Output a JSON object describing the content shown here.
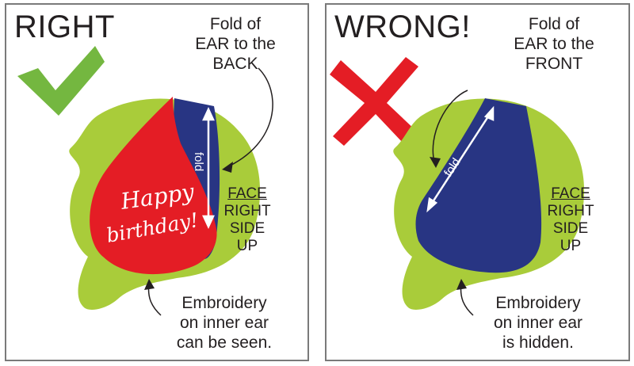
{
  "colors": {
    "ear_green": "#a9cc3a",
    "inner_red": "#e41d25",
    "fold_blue": "#283583",
    "check_green": "#74b740",
    "cross_red": "#e41d25",
    "border": "#7a7a7a",
    "text": "#231f20"
  },
  "right_panel": {
    "heading": "RIGHT",
    "mark_icon": "checkmark-icon",
    "fold_note": "Fold of\nEAR to the\nBACK",
    "fold_label": "fold",
    "face_label": {
      "line1": "FACE",
      "line2": "RIGHT",
      "line3": "SIDE",
      "line4": "UP"
    },
    "embroidery_text": {
      "line1": "Happy",
      "line2": "birthday!"
    },
    "bottom_note": "Embroidery\non inner ear\ncan be seen."
  },
  "wrong_panel": {
    "heading": "WRONG!",
    "mark_icon": "cross-icon",
    "fold_note": "Fold of\nEAR to the\nFRONT",
    "fold_label": "fold",
    "face_label": {
      "line1": "FACE",
      "line2": "RIGHT",
      "line3": "SIDE",
      "line4": "UP"
    },
    "bottom_note": "Embroidery\non inner ear\nis hidden."
  }
}
